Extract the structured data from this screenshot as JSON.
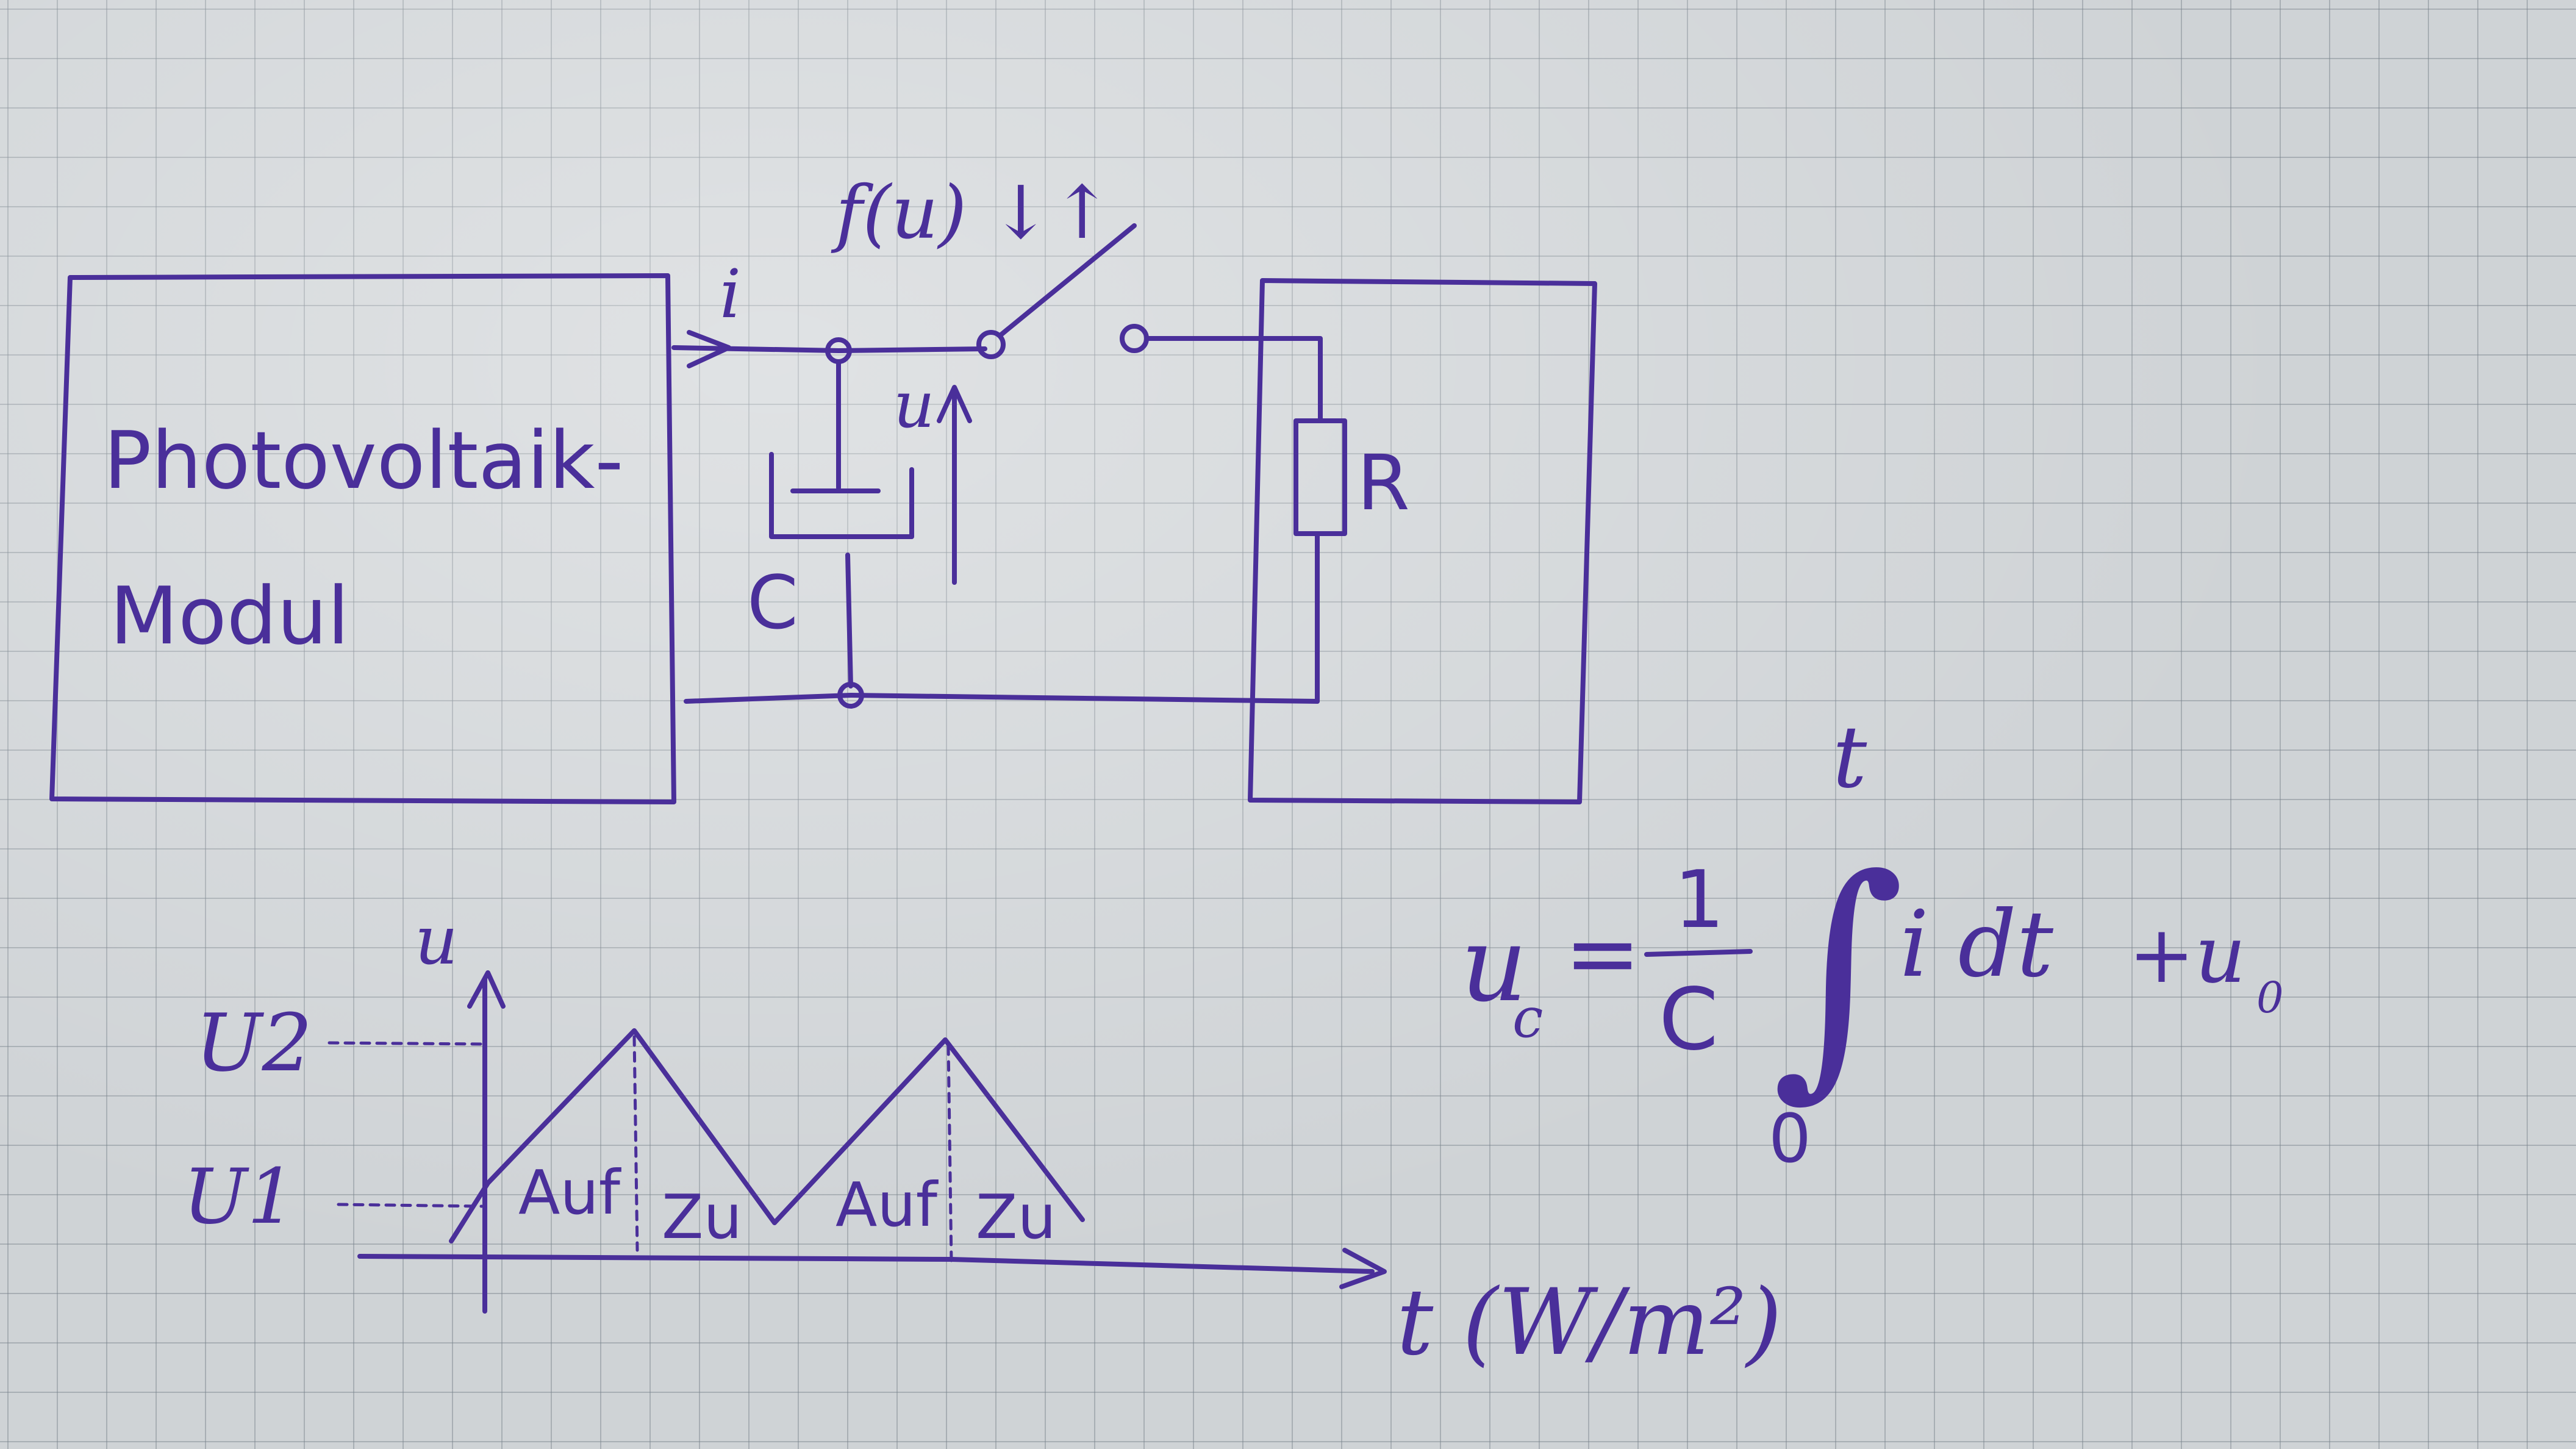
{
  "module_label_line1": "Photovoltaik-",
  "module_label_line2": "Modul",
  "current_label": "i",
  "switch_label": "f(u) ↓↑",
  "voltage_label": "u",
  "capacitor_label": "C",
  "resistor_label": "R",
  "formula": {
    "upper_limit": "t",
    "lower_limit": "0",
    "lhs": "u",
    "lhs_sub": "c",
    "equals": "=",
    "numerator": "1",
    "denominator": "C",
    "integral": "∫",
    "integrand": "i dt",
    "plus": "+u",
    "plus_sub": "0"
  },
  "graph": {
    "y_axis_label": "u",
    "level_high": "U2",
    "level_low": "U1",
    "phase_labels": [
      "Auf",
      "Zu",
      "Auf",
      "Zu"
    ],
    "x_axis_label": "t  (W/m²)"
  }
}
